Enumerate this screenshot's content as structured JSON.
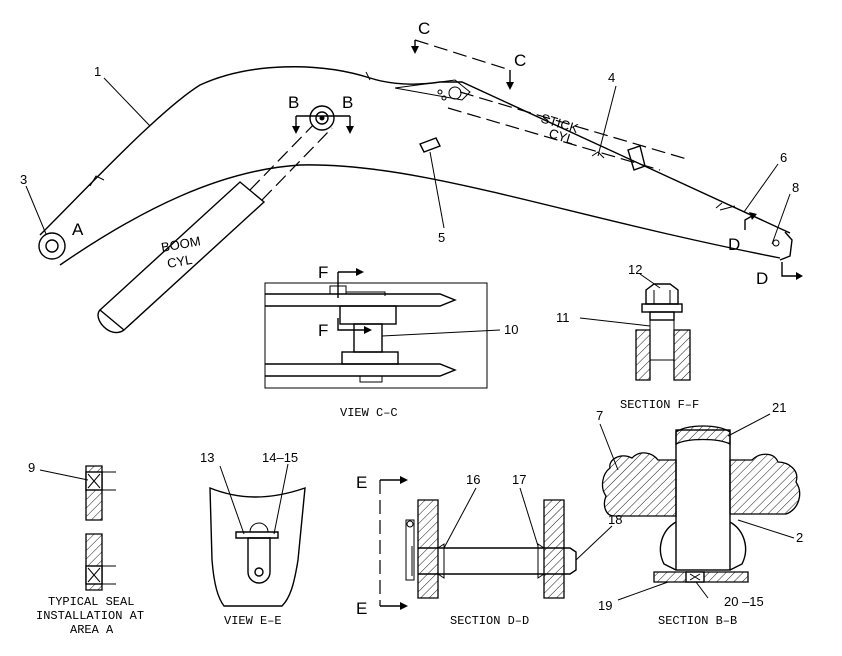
{
  "callouts": {
    "n1": "1",
    "n2": "2",
    "n3": "3",
    "n4": "4",
    "n5": "5",
    "n6": "6",
    "n7": "7",
    "n8": "8",
    "n9": "9",
    "n10": "10",
    "n11": "11",
    "n12": "12",
    "n13": "13",
    "n14_15": "14–15",
    "n16": "16",
    "n17": "17",
    "n18": "18",
    "n19": "19",
    "n20_15": "20 –15",
    "n21": "21"
  },
  "section_letters": {
    "a": "A",
    "b": "B",
    "c": "C",
    "d": "D",
    "e": "E",
    "f": "F"
  },
  "component_labels": {
    "stick_cyl_1": "STICK",
    "stick_cyl_2": "CYL",
    "boom_cyl_1": "BOOM",
    "boom_cyl_2": "CYL"
  },
  "captions": {
    "view_cc": "VIEW C–C",
    "section_ff": "SECTION F–F",
    "seal_1": "TYPICAL SEAL",
    "seal_2": "INSTALLATION AT",
    "seal_3": "AREA A",
    "view_ee": "VIEW E–E",
    "section_dd": "SECTION D–D",
    "section_bb": "SECTION B–B"
  }
}
